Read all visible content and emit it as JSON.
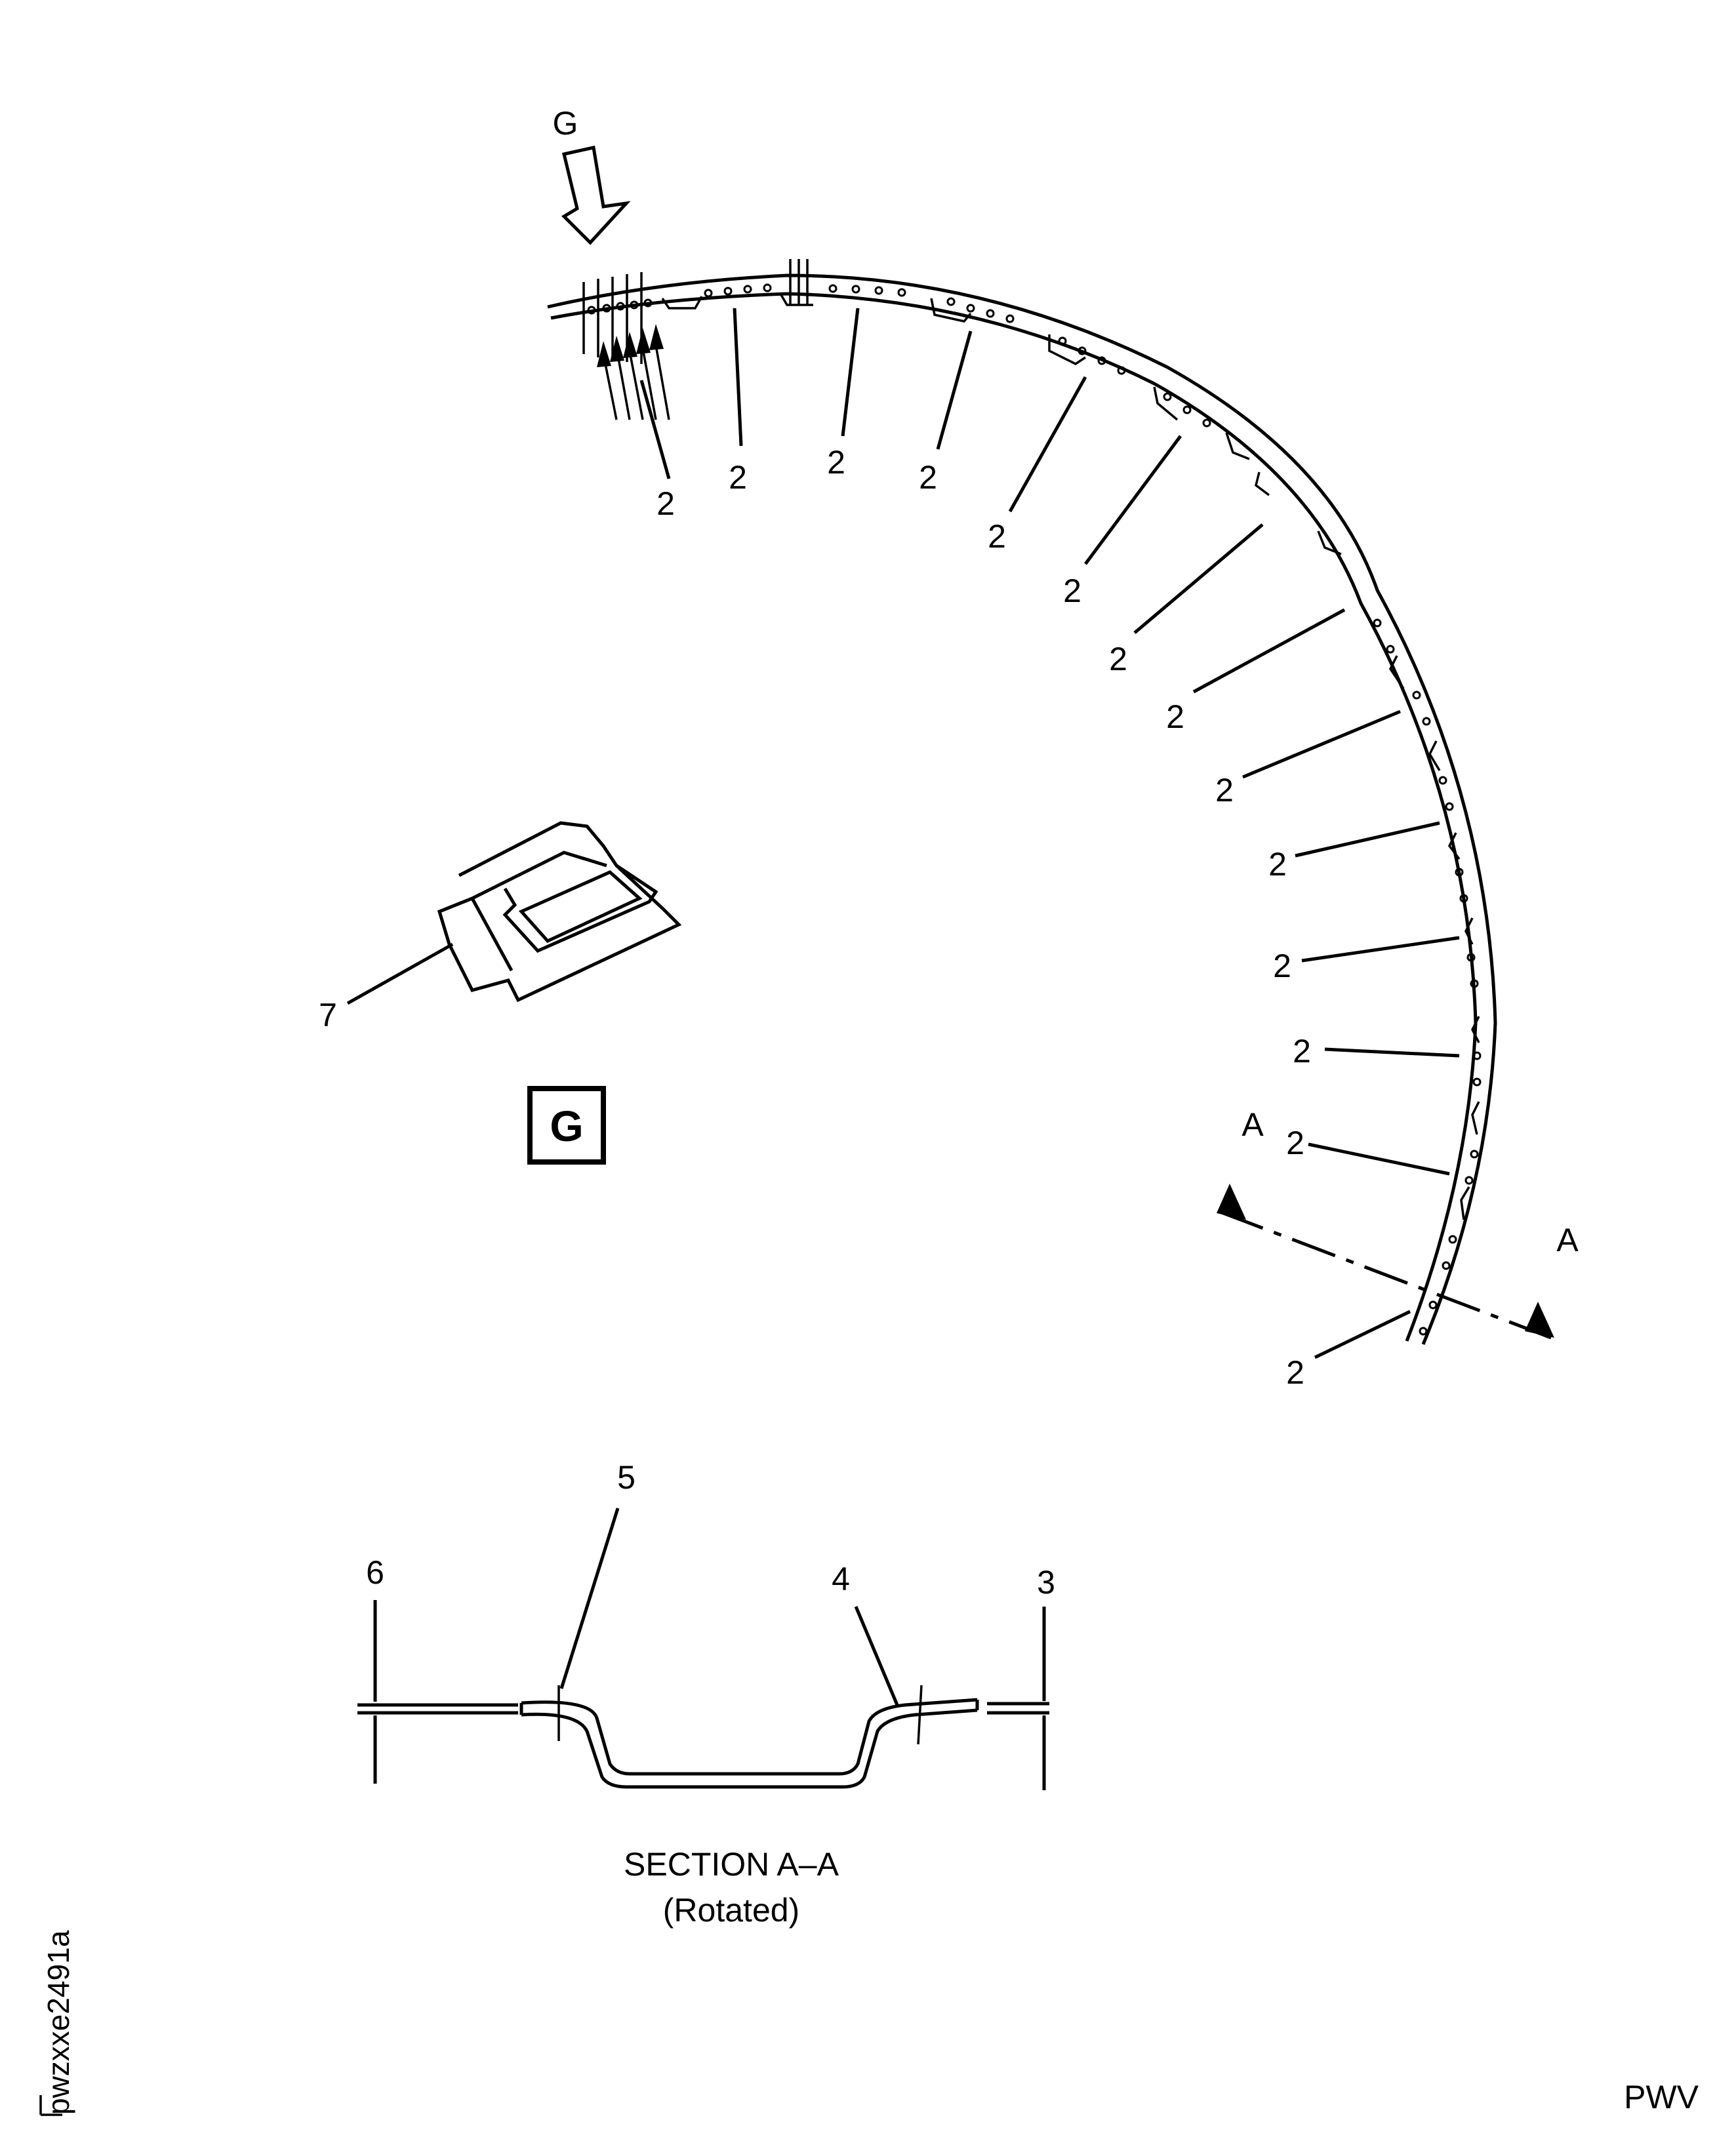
{
  "callouts": {
    "part2": "2",
    "part3": "3",
    "part4": "4",
    "part5": "5",
    "part6": "6",
    "part7": "7"
  },
  "view": {
    "arrow_letter": "G",
    "box_letter": "G"
  },
  "section": {
    "letter_left": "A",
    "letter_right": "A",
    "title": "SECTION A–A",
    "subtitle": "(Rotated)"
  },
  "figure_id": "pwzxxe2491a",
  "footer_code": "PWV"
}
